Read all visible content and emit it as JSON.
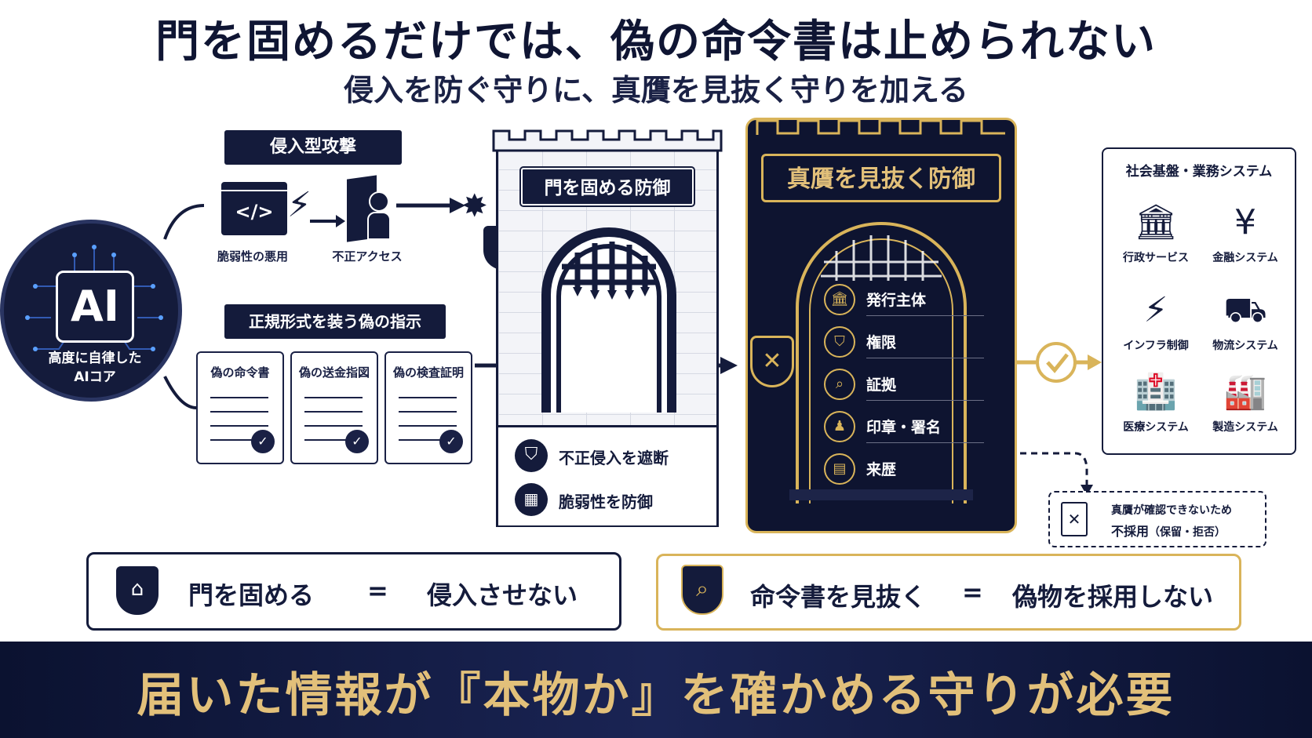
{
  "title": "門を固めるだけでは、偽の命令書は止められない",
  "subtitle": "侵入を防ぐ守りに、真贋を見抜く守りを加える",
  "ai_core": {
    "badge": "AI",
    "label_line1": "高度に自律した",
    "label_line2": "AIコア"
  },
  "intrusion_attack": {
    "heading": "侵入型攻撃",
    "steps": [
      "脆弱性の悪用",
      "不正アクセス"
    ]
  },
  "fake_instruction": {
    "heading": "正規形式を装う偽の指示",
    "documents": [
      "偽の命令書",
      "偽の送金指図",
      "偽の検査証明"
    ]
  },
  "gate_defense": {
    "heading": "門を固める防御",
    "items": [
      "不正侵入を遮断",
      "脆弱性を防御"
    ]
  },
  "authenticity_defense": {
    "heading": "真贋を見抜く防御",
    "checks": [
      "発行主体",
      "権限",
      "証拠",
      "印章・署名",
      "来歴"
    ]
  },
  "infrastructure": {
    "heading": "社会基盤・業務システム",
    "services": [
      "行政サービス",
      "金融システム",
      "インフラ制御",
      "物流システム",
      "医療システム",
      "製造システム"
    ]
  },
  "rejection_note": {
    "line1": "真贋が確認できないため",
    "line2_bold": "不採用",
    "line2_rest": "（保留・拒否）"
  },
  "equations": {
    "left": {
      "term": "門を固める",
      "eq": "=",
      "result": "侵入させない"
    },
    "right": {
      "term": "命令書を見抜く",
      "eq": "=",
      "result": "偽物を採用しない"
    }
  },
  "conclusion": "届いた情報が『本物か』を確かめる守りが必要",
  "colors": {
    "navy": "#141b3b",
    "gold": "#d9b45a",
    "white": "#ffffff"
  }
}
